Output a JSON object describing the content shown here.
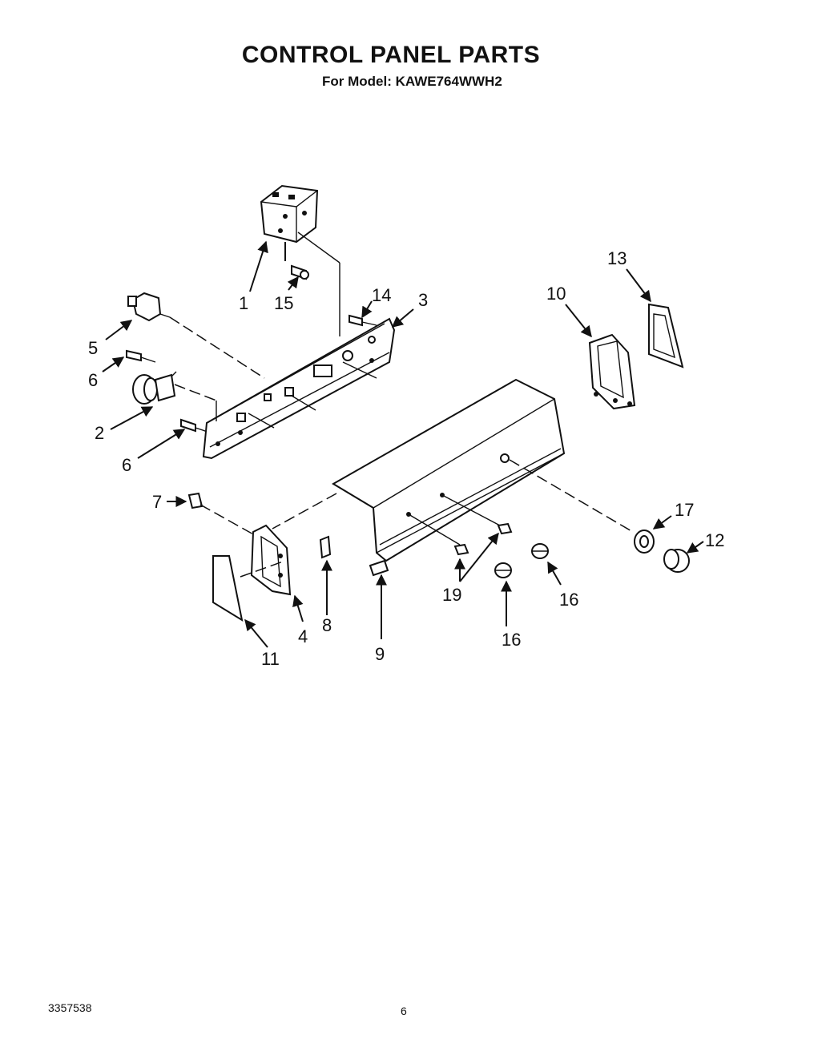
{
  "header": {
    "title": "CONTROL PANEL PARTS",
    "subtitle": "For Model: KAWE764WWH2"
  },
  "callouts": [
    {
      "id": "c1",
      "label": "1"
    },
    {
      "id": "c15",
      "label": "15"
    },
    {
      "id": "c14",
      "label": "14"
    },
    {
      "id": "c3",
      "label": "3"
    },
    {
      "id": "c5",
      "label": "5"
    },
    {
      "id": "c6a",
      "label": "6"
    },
    {
      "id": "c2",
      "label": "2"
    },
    {
      "id": "c6b",
      "label": "6"
    },
    {
      "id": "c13",
      "label": "13"
    },
    {
      "id": "c10",
      "label": "10"
    },
    {
      "id": "c7",
      "label": "7"
    },
    {
      "id": "c17",
      "label": "17"
    },
    {
      "id": "c12",
      "label": "12"
    },
    {
      "id": "c19",
      "label": "19"
    },
    {
      "id": "c16a",
      "label": "16"
    },
    {
      "id": "c16b",
      "label": "16"
    },
    {
      "id": "c4",
      "label": "4"
    },
    {
      "id": "c8",
      "label": "8"
    },
    {
      "id": "c11",
      "label": "11"
    },
    {
      "id": "c9",
      "label": "9"
    }
  ],
  "footer": {
    "doc_number": "3357538",
    "page_number": "6"
  }
}
